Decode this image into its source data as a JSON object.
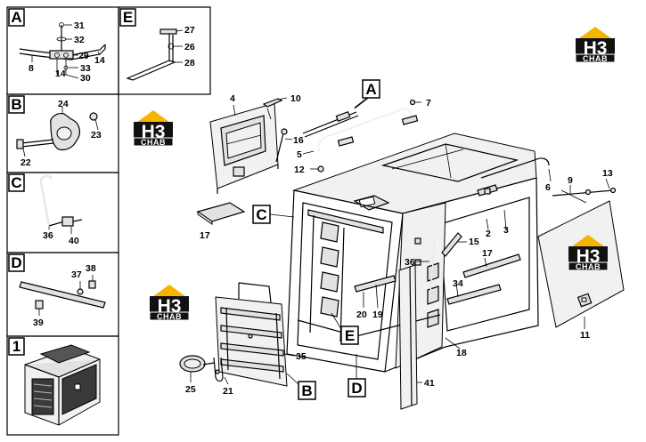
{
  "sections": {
    "a": "A",
    "b": "B",
    "c": "C",
    "d": "D",
    "e": "E",
    "one": "1"
  },
  "logo": {
    "top": "H3",
    "bottom": "CHAB"
  },
  "colors": {
    "logo_bg": "#111111",
    "logo_roof": "#f5b400",
    "logo_text": "#ffffff"
  },
  "part_numbers": {
    "p2": "2",
    "p3": "3",
    "p4": "4",
    "p5": "5",
    "p6": "6",
    "p7": "7",
    "p8": "8",
    "p9": "9",
    "p10": "10",
    "p11": "11",
    "p12": "12",
    "p13": "13",
    "p14": "14",
    "p15": "15",
    "p16": "16",
    "p17": "17",
    "p18": "18",
    "p19": "19",
    "p20": "20",
    "p21": "21",
    "p22": "22",
    "p23": "23",
    "p24": "24",
    "p25": "25",
    "p26": "26",
    "p27": "27",
    "p28": "28",
    "p29": "29",
    "p30": "30",
    "p31": "31",
    "p32": "32",
    "p33": "33",
    "p34": "34",
    "p35": "35",
    "p36": "36",
    "p37": "37",
    "p38": "38",
    "p39": "39",
    "p40": "40",
    "p41": "41"
  }
}
